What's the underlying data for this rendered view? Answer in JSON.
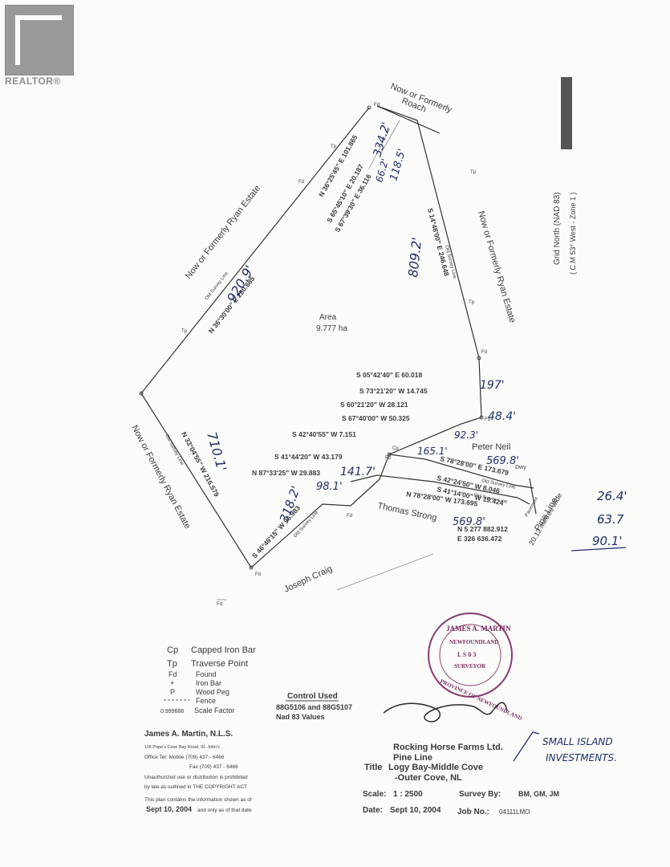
{
  "watermark": {
    "brand": "REALTOR®"
  },
  "plan": {
    "area_label": "Area",
    "area_value": "9.777 ha",
    "grid_north": "Grid North    (NAD 83)",
    "grid_zone": "( C.M 53° West - Zone 1 )",
    "neighbors": {
      "roach": "Now or Formerly\nRoach",
      "ryan_left": "Now or Formerly Ryan Estate",
      "ryan_right": "Now or Formerly Ryan Estate",
      "ryan_bottom": "Now or Formerly Ryan Estate",
      "peter_neil": "Peter Neil",
      "thomas_strong": "Thomas Strong",
      "joseph_craig": "Joseph Craig",
      "pine_line": "Pine Line",
      "width": "20.12 metres wide",
      "pavement": "Pavement",
      "dwy": "Dwy"
    },
    "bearings": {
      "b1": "N 36°25'45\" E 101.865",
      "b2": "S 65°45'10\" E 20.187",
      "b3": "S 67°39'30\" E 36.116",
      "b4": "S 14°48'00\" E 246.648",
      "b5": "N 36°30'00\" E 280.685",
      "b6": "S 05°42'40\" E 60.018",
      "b7": "S 73°21'20\" W 14.745",
      "b8": "S 60°21'20\" W 28.121",
      "b9": "S 67°40'00\" W 50.325",
      "b10": "S 42°40'55\" W 7.151",
      "b11": "S 41°44'20\" W 43.179",
      "b12": "N 87°33'25\" W 29.883",
      "b13": "N 33°04'55\" W 216.579",
      "b14": "S 46°46'15\" W 96.983",
      "b15": "S 78°28'00\" E 173.679",
      "b16": "S 42°24'50\" W 8.046",
      "b17": "S 41°14'00\" W 19.424",
      "b18": "N 78°28'00\" W 173.695",
      "coordN": "N 5 277 882.912",
      "coordE": "E 326 636.472",
      "oldsurvey": "Old Survey Line"
    },
    "handwritten": {
      "h1": "334.2'",
      "h2": "66.2'",
      "h3": "118.5'",
      "h4": "809.2'",
      "h5": "920.9'",
      "h6": "197'",
      "h7": "48.4'",
      "h8": "92.3'",
      "h9": "165.1'",
      "h10": "141.7'",
      "h11": "98.1'",
      "h12": "710.1'",
      "h13": "318.2'",
      "h14": "569.8'",
      "h15": "569.8'",
      "h16": "26.4'",
      "h17": "63.7",
      "h18": "90.1'"
    },
    "markers": {
      "fd": "Fd",
      "tp": "Tp",
      "cp": "Cp"
    }
  },
  "legend": {
    "items": [
      {
        "sym": "Cp",
        "label": "Capped Iron Bar"
      },
      {
        "sym": "Tp",
        "label": "Traverse Point"
      },
      {
        "sym": "Fd",
        "label": "Found"
      },
      {
        "sym": "+",
        "label": "Iron Bar"
      },
      {
        "sym": "P",
        "label": "Wood Peg"
      },
      {
        "sym": "",
        "label": "Fence"
      },
      {
        "sym": "0.999688",
        "label": "Scale Factor"
      }
    ]
  },
  "control": {
    "heading": "Control Used",
    "line1": "88G5106 and 88G5107",
    "line2": "Nad 83 Values"
  },
  "surveyor": {
    "name": "James A. Martin, N.L.S.",
    "addr": "116 Pope's Cove Bay Road, St. John's",
    "office": "Office Tel:   Mobile   (709) 437 - 6466",
    "fax": "Fax    (709) 437 - 6466",
    "copy1": "Unauthorized use or distribution is prohibited",
    "copy2": "by law as outlined in THE COPYRIGHT ACT",
    "note1": "This plan contains the information shown as of",
    "note2_date": "Sept 10, 2004",
    "note2_rest": "and only as of that date"
  },
  "seal": {
    "name": "JAMES A. MARTIN",
    "sub": "NEWFOUNDLAND",
    "num": "L S 0 3",
    "role": "SURVEYOR",
    "province": "PROVINCE OF NEWFOUNDLAND"
  },
  "title_block": {
    "client": "Rocking Horse Farms Ltd.",
    "title_label": "Title",
    "t1": "Pine Line",
    "t2": "Logy Bay-Middle Cove",
    "t3": "-Outer Cove, NL",
    "scale_label": "Scale:",
    "scale_value": "1 : 2500",
    "survey_label": "Survey By:",
    "survey_value": "BM, GM, JM",
    "date_label": "Date:",
    "date_value": "Sept 10, 2004",
    "job_label": "Job No.:",
    "job_value": "04111LMO"
  },
  "annotation": {
    "line1": "SMALL ISLAND",
    "line2": "INVESTMENTS."
  },
  "colors": {
    "ink": "#2a2a2a",
    "handwriting": "#1f2f6a",
    "seal": "#7a2a60"
  }
}
